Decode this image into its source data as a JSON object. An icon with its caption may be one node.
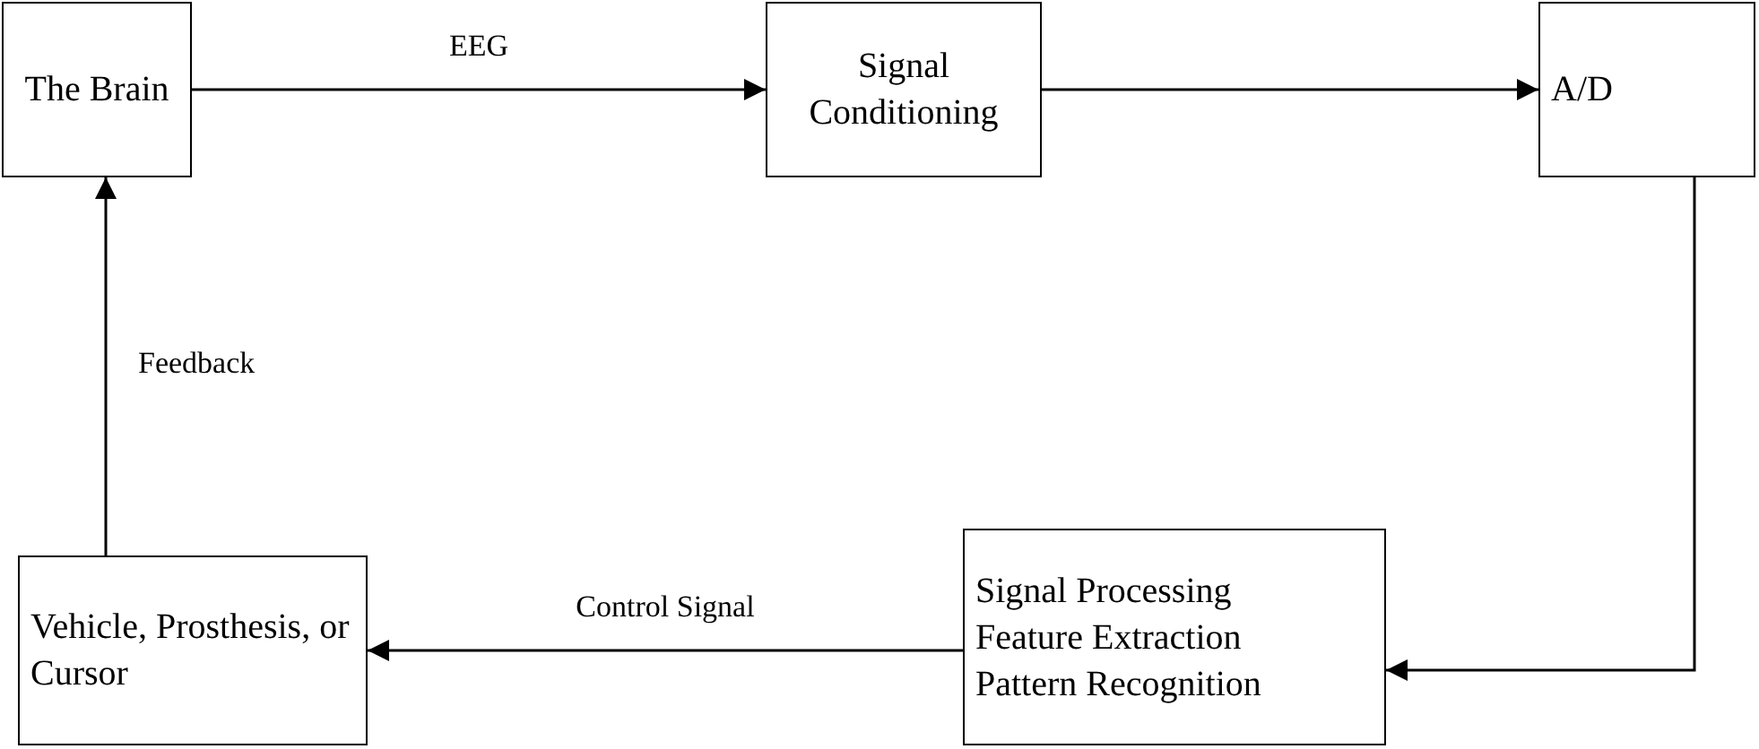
{
  "diagram": {
    "nodes": [
      {
        "text": [
          "The Brain"
        ]
      },
      {
        "text": [
          "Signal Conditioning"
        ]
      },
      {
        "text": [
          "A/D"
        ]
      },
      {
        "text": [
          "Signal Processing",
          "Feature Extraction",
          "Pattern Recognition"
        ]
      },
      {
        "text": [
          "Vehicle, Prosthesis, or Cursor"
        ]
      }
    ],
    "edges": [
      {
        "from": 0,
        "to": 1,
        "arrow": "to",
        "label": "EEG"
      },
      {
        "from": 1,
        "to": 2,
        "arrow": "to"
      },
      {
        "from": 2,
        "to": 3,
        "arrow": "to"
      },
      {
        "from": 3,
        "to": 4,
        "arrow": "to",
        "label": "Control Signal"
      },
      {
        "from": 4,
        "to": 0,
        "arrow": "to",
        "label": "Feedback"
      }
    ]
  }
}
